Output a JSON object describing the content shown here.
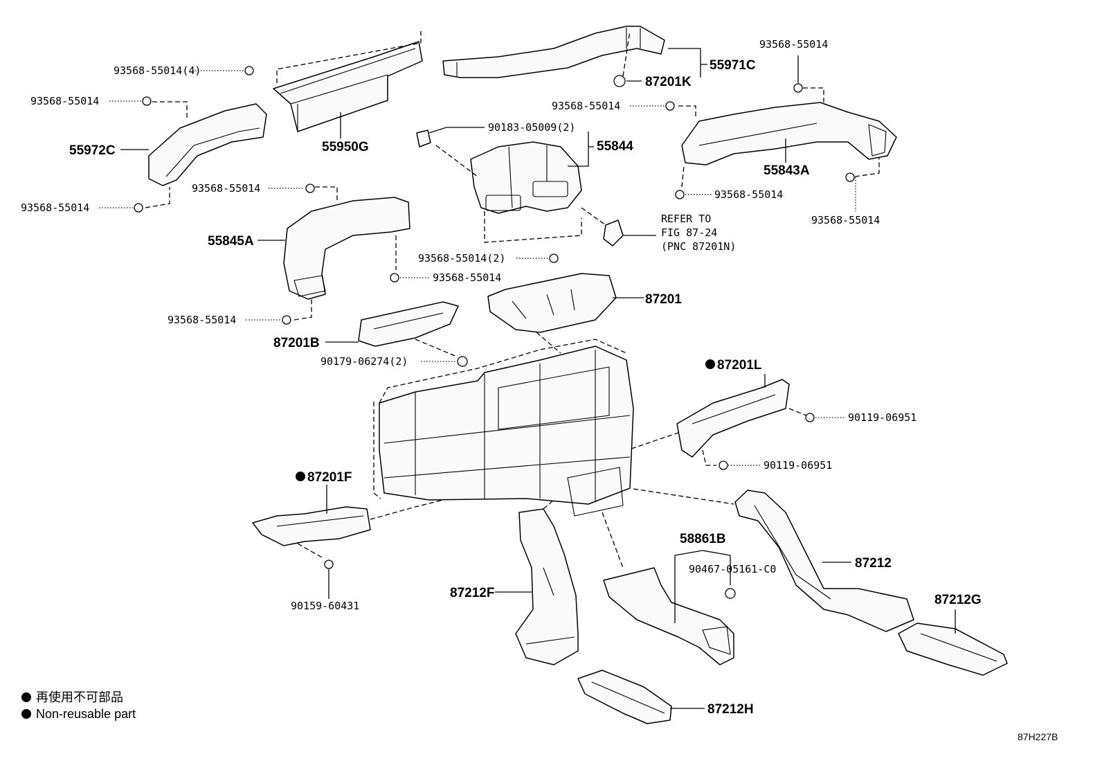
{
  "diagram_id": "87H227B",
  "labels": {
    "l_93568_55014_4": "93568-55014(4)",
    "l_93568_55014_a": "93568-55014",
    "l_55972C": "55972C",
    "l_93568_55014_b": "93568-55014",
    "l_55950G": "55950G",
    "l_55971C": "55971C",
    "l_87201K": "87201K",
    "l_93568_55014_c": "93568-55014",
    "l_93568_55014_d": "93568-55014",
    "l_90183_05009_2": "90183-05009(2)",
    "l_55844": "55844",
    "l_55843A": "55843A",
    "l_93568_55014_e": "93568-55014",
    "l_93568_55014_f": "93568-55014",
    "l_93568_55014_g": "93568-55014",
    "l_55845A": "55845A",
    "l_refer_1": "REFER TO",
    "l_refer_2": "FIG 87-24",
    "l_refer_3": "(PNC 87201N)",
    "l_93568_55014_2": "93568-55014(2)",
    "l_93568_55014_h": "93568-55014",
    "l_93568_55014_i": "93568-55014",
    "l_87201": "87201",
    "l_87201B": "87201B",
    "l_90179_06274_2": "90179-06274(2)",
    "l_87201L": "87201L",
    "l_90119_06951_a": "90119-06951",
    "l_90119_06951_b": "90119-06951",
    "l_87201F": "87201F",
    "l_58861B": "58861B",
    "l_90467_05161_C0": "90467-05161-C0",
    "l_87212": "87212",
    "l_87212F": "87212F",
    "l_87212G": "87212G",
    "l_90159_60431": "90159-60431",
    "l_87212H": "87212H"
  },
  "legend": {
    "line1": "再使用不可部品",
    "line2": "Non-reusable part"
  }
}
